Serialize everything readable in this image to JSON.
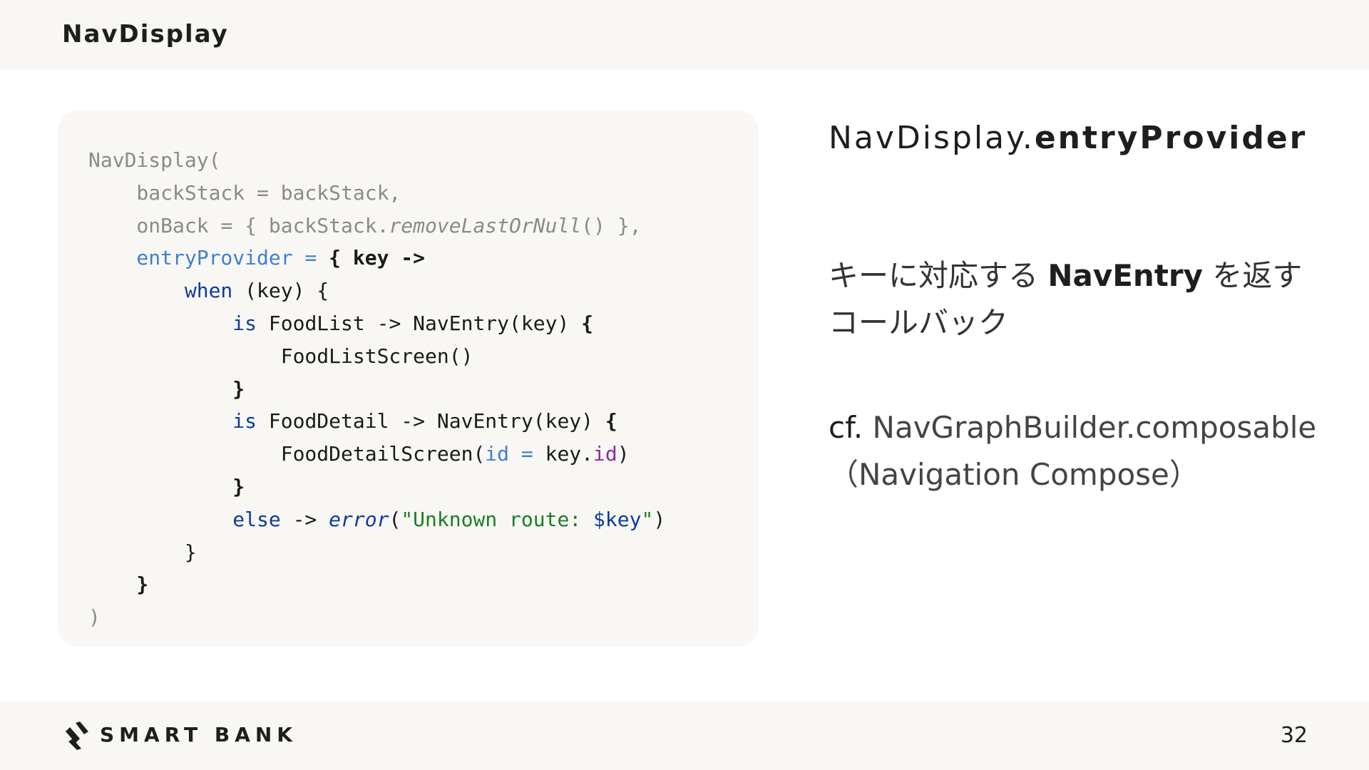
{
  "header": {
    "title": "NavDisplay"
  },
  "code": {
    "l1": "NavDisplay(",
    "l2_a": "    backStack = backStack,",
    "l3_a": "    onBack = { backStack.",
    "l3_b": "removeLastOrNull",
    "l3_c": "() },",
    "l4_a": "    entryProvider",
    "l4_b": " = ",
    "l4_c": "{ key ->",
    "l5_a": "        when",
    "l5_b": " (key) {",
    "l6_a": "            is",
    "l6_b": " FoodList -> NavEntry(key) ",
    "l6_c": "{",
    "l7": "                FoodListScreen()",
    "l8": "            }",
    "l9_a": "            is",
    "l9_b": " FoodDetail -> NavEntry(key) ",
    "l9_c": "{",
    "l10_a": "                FoodDetailScreen(",
    "l10_b": "id",
    "l10_c": " = ",
    "l10_d": "key.",
    "l10_e": "id",
    "l10_f": ")",
    "l11": "            }",
    "l12_a": "            else",
    "l12_b": " -> ",
    "l12_c": "error",
    "l12_d": "(",
    "l12_e": "\"Unknown route: ",
    "l12_f": "$key",
    "l12_g": "\"",
    "l12_h": ")",
    "l13": "        }",
    "l14": "    }",
    "l15": ")"
  },
  "side": {
    "title_prefix": "NavDisplay.",
    "title_strong": "entryProvider",
    "desc_before": "キーに対応する ",
    "desc_strong": "NavEntry",
    "desc_after": " を返すコールバック",
    "cf_label": "cf.",
    "cf_text": " NavGraphBuilder.composable",
    "cf_sub": "（Navigation Compose）"
  },
  "footer": {
    "logo_text": "SMART BANK",
    "page_number": "32"
  }
}
